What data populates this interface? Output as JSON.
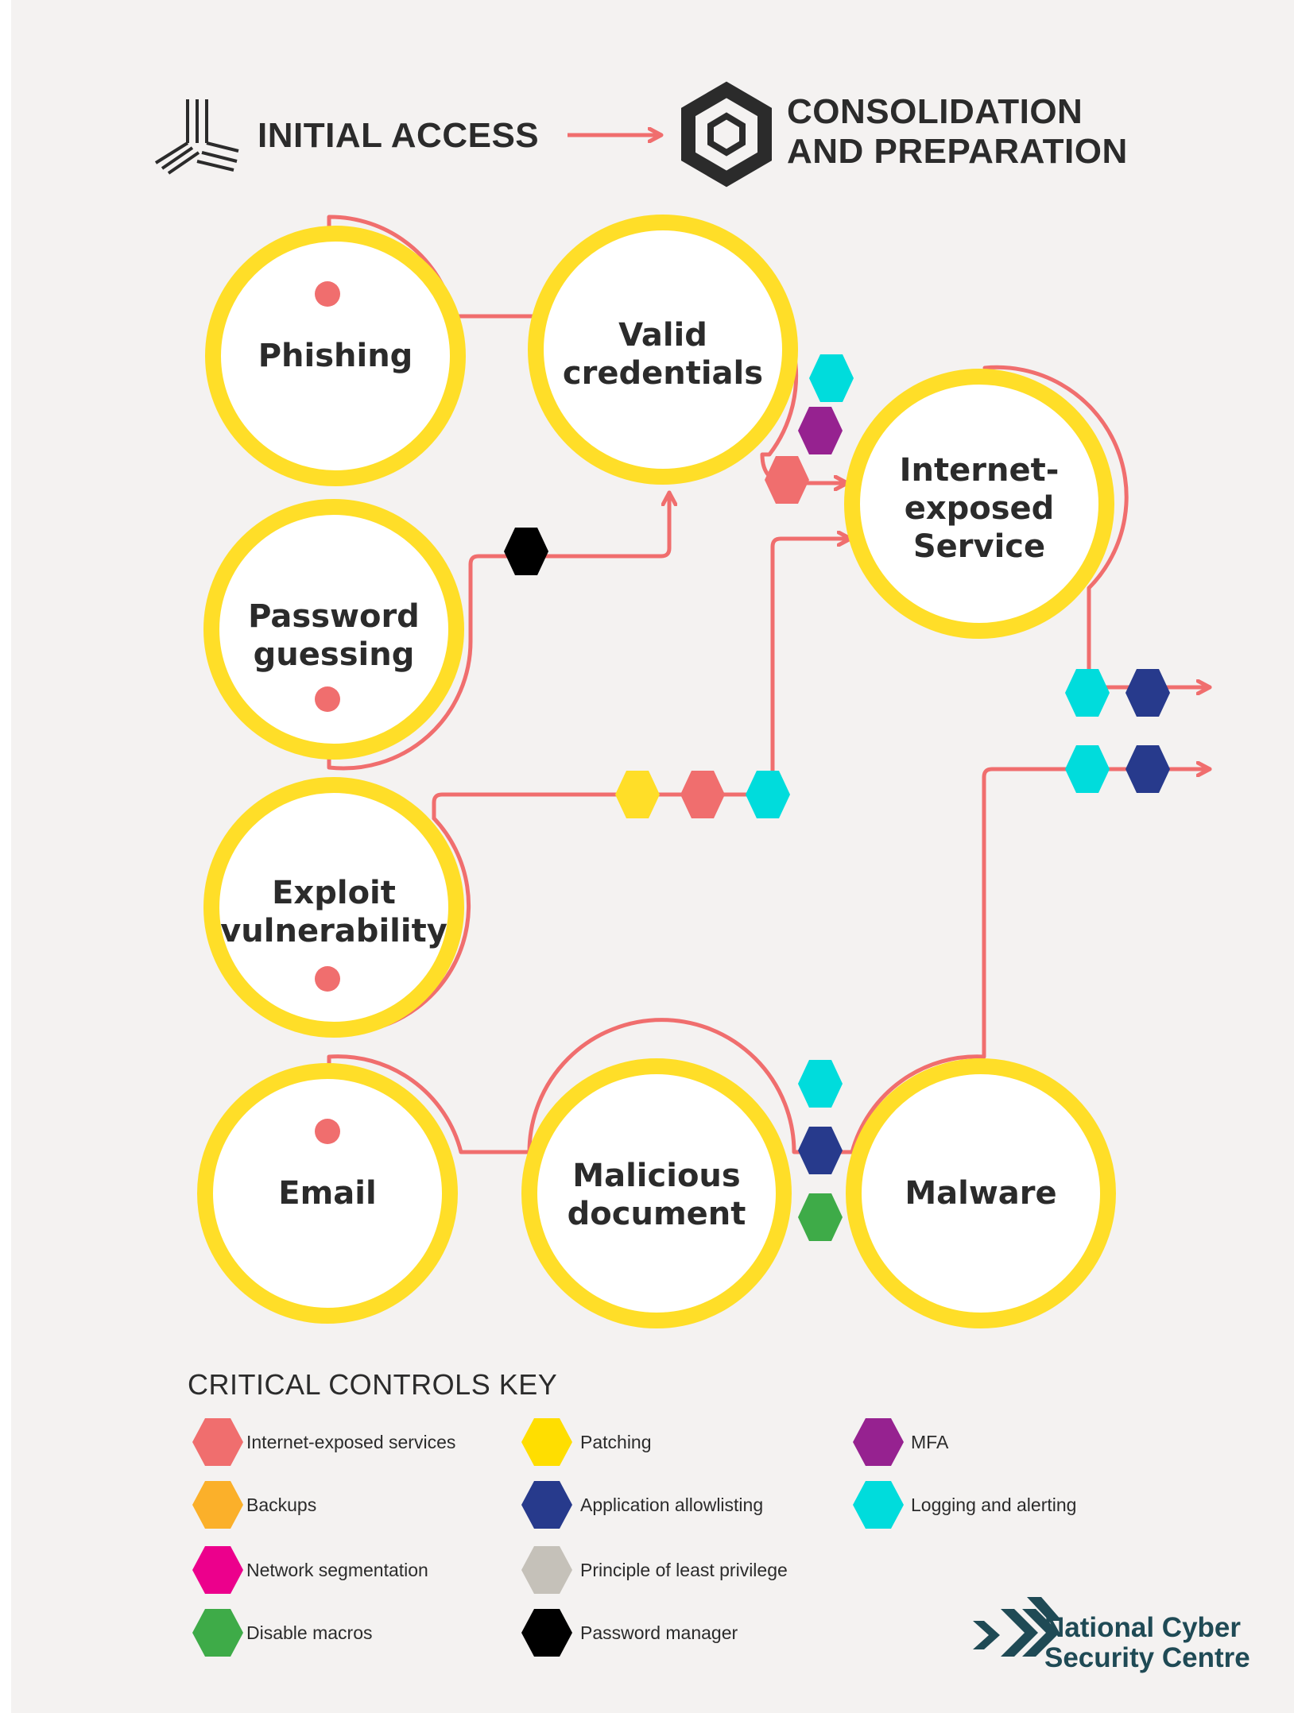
{
  "header": {
    "left_label": "INITIAL ACCESS",
    "right_label_line1": "CONSOLIDATION",
    "right_label_line2": "AND PREPARATION"
  },
  "nodes": {
    "phishing": {
      "line1": "Phishing",
      "line2": ""
    },
    "valid_credentials": {
      "line1": "Valid",
      "line2": "credentials"
    },
    "password_guessing": {
      "line1": "Password",
      "line2": "guessing"
    },
    "internet_exposed_service": {
      "line1": "Internet-",
      "line2": "exposed",
      "line3": "Service"
    },
    "exploit_vulnerability": {
      "line1": "Exploit",
      "line2": "vulnerability"
    },
    "email": {
      "line1": "Email",
      "line2": ""
    },
    "malicious_document": {
      "line1": "Malicious",
      "line2": "document"
    },
    "malware": {
      "line1": "Malware",
      "line2": ""
    }
  },
  "key": {
    "title": "CRITICAL CONTROLS KEY",
    "items": [
      {
        "label": "Internet-exposed services",
        "color": "#f06e6e"
      },
      {
        "label": "Patching",
        "color": "#ffde00"
      },
      {
        "label": "MFA",
        "color": "#962290"
      },
      {
        "label": "Backups",
        "color": "#fbb02a"
      },
      {
        "label": "Application allowlisting",
        "color": "#273a8c"
      },
      {
        "label": "Logging and alerting",
        "color": "#00dcdc"
      },
      {
        "label": "Network segmentation",
        "color": "#ec008c"
      },
      {
        "label": "Principle of least privilege",
        "color": "#c5c1b9"
      },
      {
        "label": "Disable macros",
        "color": "#3eab48"
      },
      {
        "label": "Password manager",
        "color": "#000000"
      }
    ]
  },
  "logo": {
    "line1": "National Cyber",
    "line2": "Security Centre"
  },
  "colors": {
    "circle_ring": "#ffde28",
    "path_line": "#f06e6e",
    "background": "#f4f2f1",
    "text": "#2b2b2b",
    "logo": "#1f4a55"
  }
}
